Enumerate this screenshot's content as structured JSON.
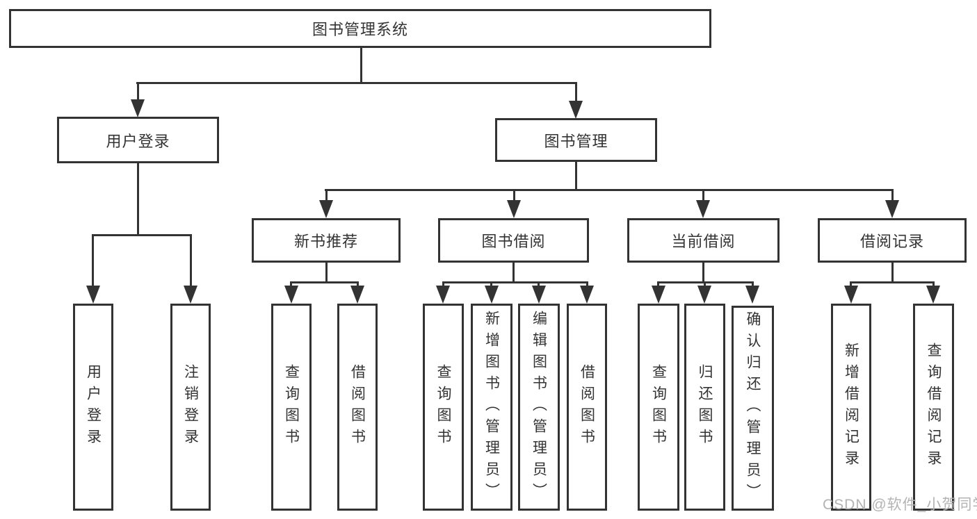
{
  "watermark": "CSDN @软件_小贺同学",
  "colors": {
    "line": "#333333",
    "box_border": "#333333",
    "box_background": "#ffffff",
    "text": "#333333",
    "watermark_text": "#b3b3b3"
  },
  "tree": {
    "root": {
      "label": "图书管理系统"
    },
    "branches": [
      {
        "label": "用户登录",
        "children": [
          {
            "label": "用户登录"
          },
          {
            "label": "注销登录"
          }
        ]
      },
      {
        "label": "图书管理",
        "children": [
          {
            "label": "新书推荐",
            "children": [
              {
                "label": "查询图书"
              },
              {
                "label": "借阅图书"
              }
            ]
          },
          {
            "label": "图书借阅",
            "children": [
              {
                "label": "查询图书"
              },
              {
                "label": "新增图书（管理员）"
              },
              {
                "label": "编辑图书（管理员）"
              },
              {
                "label": "借阅图书"
              }
            ]
          },
          {
            "label": "当前借阅",
            "children": [
              {
                "label": "查询图书"
              },
              {
                "label": "归还图书"
              },
              {
                "label": "确认归还（管理员）"
              }
            ]
          },
          {
            "label": "借阅记录",
            "children": [
              {
                "label": "新增借阅记录"
              },
              {
                "label": "查询借阅记录"
              }
            ]
          }
        ]
      }
    ]
  }
}
